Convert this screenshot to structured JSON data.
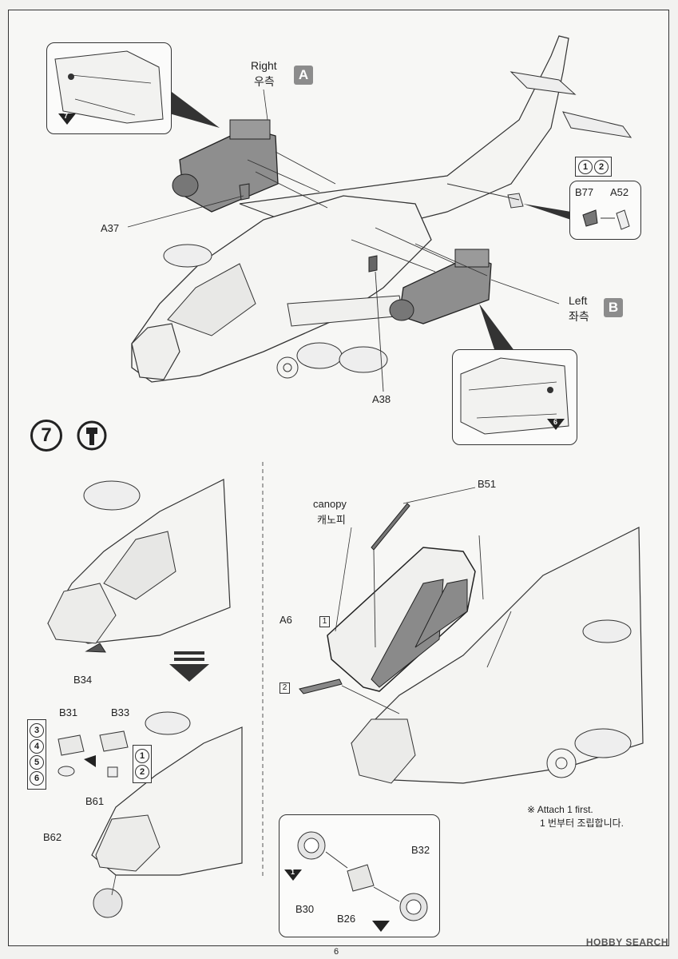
{
  "top_assembly": {
    "right_label": "Right",
    "right_label_ko": "우측",
    "right_badge": "A",
    "left_label": "Left",
    "left_label_ko": "좌측",
    "left_badge": "B",
    "parts": {
      "a37": "A37",
      "a38": "A38",
      "b77": "B77",
      "a52": "A52"
    },
    "option_numbers": [
      "1",
      "2"
    ],
    "inset_top_left_step": "7",
    "inset_bottom_right_step": "6"
  },
  "step7": {
    "step_number": "7",
    "parts": {
      "b34": "B34",
      "b31": "B31",
      "b33": "B33",
      "b61": "B61",
      "b62": "B62",
      "b51": "B51",
      "a6": "A6",
      "b30": "B30",
      "b26": "B26",
      "b32": "B32"
    },
    "canopy_label": "canopy",
    "canopy_label_ko": "캐노피",
    "option_numbers_left": [
      "3",
      "4",
      "5",
      "6"
    ],
    "option_numbers_right": [
      "1",
      "2"
    ],
    "boxed_step_1": "1",
    "boxed_step_2": "2",
    "inset_step": "1",
    "note_en": "※ Attach 1 first.",
    "note_ko": "1 번부터 조립합니다."
  },
  "footer": {
    "page_number": "6",
    "watermark": "HOBBY SEARCH"
  }
}
